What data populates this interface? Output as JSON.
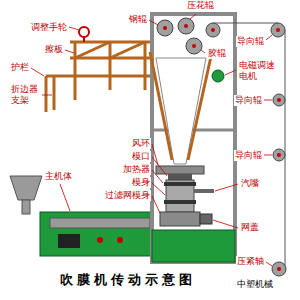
{
  "diagram": {
    "title": "吹膜机传动示意图",
    "labels": [
      "调整手轮",
      "擦板",
      "护栏",
      "折边器支架",
      "钢辊",
      "压花辊",
      "胶辊",
      "导向辊",
      "电磁调速电机",
      "导向辊",
      "风环",
      "模口",
      "加热器",
      "模身",
      "过滤网模身",
      "导向辊",
      "汽嘴",
      "网盖",
      "主机体",
      "压紧轴",
      "中塑机械"
    ]
  }
}
